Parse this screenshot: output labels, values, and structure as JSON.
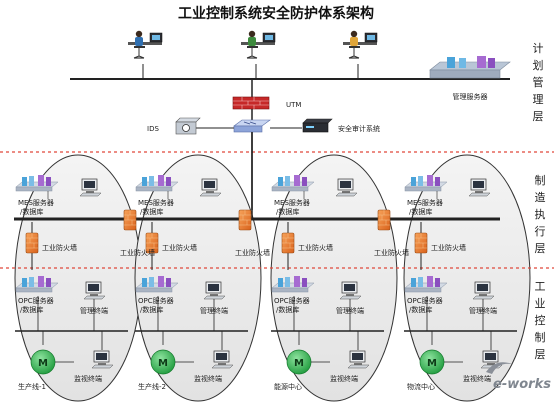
{
  "title": "工业控制系统安全防护体系架构",
  "layers": {
    "plan": "计划管理层",
    "mfg": "制造执行层",
    "ctrl": "工业控制层"
  },
  "labels": {
    "mgmt_server": "管理服务器",
    "utm": "UTM",
    "ids": "IDS",
    "audit": "安全审计系统",
    "mes": "MES服务器/数据库",
    "opc": "OPC服务器/数据库",
    "industrial_firewall": "工业防火墙",
    "mgmt_terminal": "管理终端",
    "monitor_terminal": "监视终端",
    "motor": "M"
  },
  "zones": [
    "生产线-1",
    "生产线-2",
    "能源中心",
    "物流中心"
  ],
  "watermark": "e-works",
  "colors": {
    "dashed_line": "#e0483b",
    "bus": "#222222",
    "firewall": "#e8762a",
    "motor": "#2aa84a",
    "ellipse_stroke": "#333333",
    "ellipse_fill": "#eeeeee"
  }
}
